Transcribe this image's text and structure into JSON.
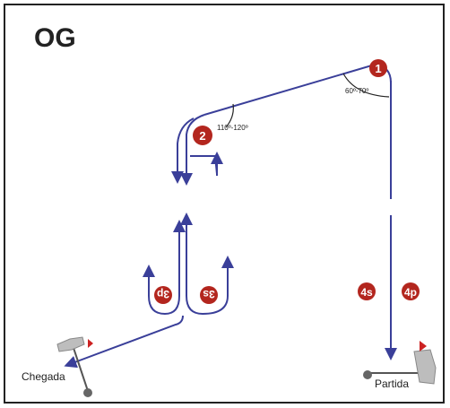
{
  "title": "OG",
  "marks": [
    {
      "label": "1"
    },
    {
      "label": "2"
    }
  ],
  "angles": {
    "mark1": "60º-70º",
    "mark2": "110º-120º"
  },
  "gate": {
    "port_left": "3p",
    "stbd_left": "3s"
  },
  "leeward": {
    "starboard": "4s",
    "port": "4p"
  },
  "start_label": "Partida",
  "finish_label": "Chegada",
  "colors": {
    "mark_fill": "#b3261e",
    "course_line": "#3a3f99",
    "text": "#222222"
  }
}
